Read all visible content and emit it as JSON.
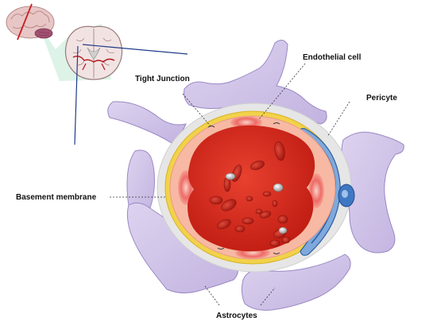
{
  "labels": {
    "tight_junction": "Tight Junction",
    "endothelial_cell": "Endothelial cell",
    "pericyte": "Pericyte",
    "basement_membrane": "Basement membrane",
    "astrocytes": "Astrocytes"
  },
  "colors": {
    "astrocyte_fill": "#cfc3e6",
    "astrocyte_stroke": "#9a88c4",
    "interstitial": "#e6e6e6",
    "basement_membrane": "#f2d24a",
    "endothelium": "#f7b9a3",
    "lumen": "#d92c1e",
    "red_blood_cell": "#b51d14",
    "pericyte": "#5b8fd0",
    "pericyte_dark": "#2e5fa3",
    "brain": "#e8c6c6",
    "cerebellum": "#a05070",
    "section_fill": "#cfeedd",
    "section_line": "#1f3c88"
  }
}
